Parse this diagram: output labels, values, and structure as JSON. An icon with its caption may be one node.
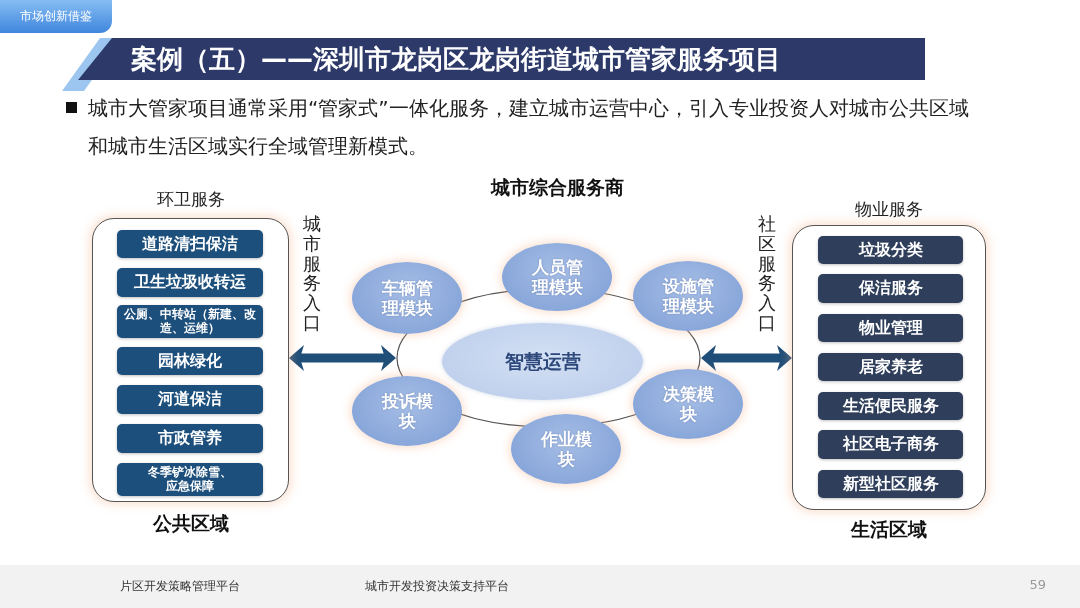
{
  "diagram": {
    "title": "案例（五）——深圳市龙岗区龙岗街道城市管家服务项目",
    "nodes": [
      {
        "text": [
          "环卫服务"
        ],
        "beside": [
          "公共区域"
        ]
      },
      {
        "text": [
          "道路清扫保洁"
        ],
        "in": 0
      },
      {
        "text": [
          "卫生垃圾收转运"
        ],
        "in": 0
      },
      {
        "text": [
          "公厕、中转站（新建、改造、运维）"
        ],
        "in": 0
      },
      {
        "text": [
          "园林绿化"
        ],
        "in": 0
      },
      {
        "text": [
          "河道保洁"
        ],
        "in": 0
      },
      {
        "text": [
          "市政管养"
        ],
        "in": 0
      },
      {
        "text": [
          "冬季铲冰除雪、应急保障"
        ],
        "in": 0
      },
      {
        "text": [],
        "shape": "ellipse"
      },
      {
        "text": [
          "车辆管理模块"
        ]
      },
      {
        "text": [
          "人员管理模块"
        ]
      },
      {
        "text": [
          "设施管理模块"
        ]
      },
      {
        "text": [
          "智慧运营"
        ],
        "in": 8
      },
      {
        "text": [
          "投诉模块"
        ]
      },
      {
        "text": [
          "决策模块"
        ]
      },
      {
        "text": [
          "作业模块"
        ]
      },
      {
        "text": [
          "物业服务"
        ],
        "beside": [
          "生活区域"
        ]
      },
      {
        "text": [
          "垃圾分类"
        ],
        "in": 16
      },
      {
        "text": [
          "保洁服务"
        ],
        "in": 16
      },
      {
        "text": [
          "物业管理"
        ],
        "in": 16
      },
      {
        "text": [
          "居家养老"
        ],
        "in": 16
      },
      {
        "text": [
          "生活便民服务"
        ],
        "in": 16
      },
      {
        "text": [
          "社区电子商务"
        ],
        "in": 16
      },
      {
        "text": [
          "新型社区服务"
        ],
        "in": 16
      }
    ],
    "edges": [
      {
        "from": 0,
        "to": 8,
        "arrow": "both",
        "label": "城市服务入口"
      },
      {
        "from": 8,
        "to": 16,
        "arrow": "both",
        "label": "社区服务入口"
      }
    ],
    "labels": [
      "市场创新借鉴",
      "城市大管家项目通常采用“管家式”一体化服务，建立城市运营中心，引入专业投资人对城市公共区域和城市生活区域实行全域管理新模式。",
      "城市综合服务商",
      "片区开发策略管理平台",
      "城市开发投资决策支持平台",
      "59"
    ]
  }
}
